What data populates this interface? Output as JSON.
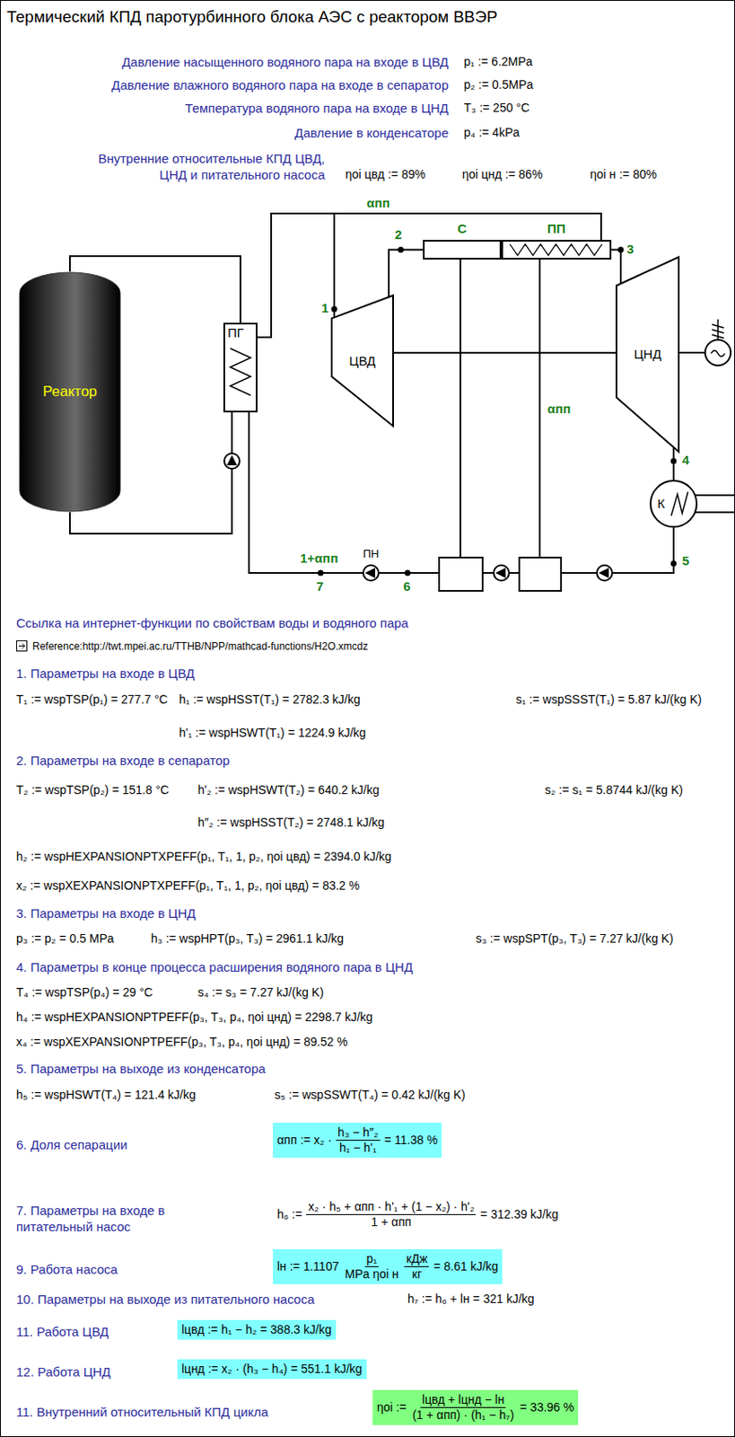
{
  "diagram": {
    "title": "Термический КПД паротурбинного блока АЭС с реактором ВВЭР",
    "nodes": [
      {
        "text": [
          "Реактор"
        ]
      },
      {
        "text": [
          "ПГ"
        ]
      },
      {
        "text": [
          "ЦВД"
        ]
      },
      {
        "text": [
          "С"
        ]
      },
      {
        "text": [
          "ПП"
        ]
      },
      {
        "text": [
          "ЦНД"
        ]
      },
      {
        "text": [
          "К"
        ]
      },
      {
        "text": [
          "ПН"
        ]
      }
    ],
    "edges": [
      {
        "from": 0,
        "to": 1,
        "arrow": "none"
      },
      {
        "from": 1,
        "to": 2,
        "arrow": "none"
      },
      {
        "from": 1,
        "to": 4,
        "arrow": "none"
      },
      {
        "from": 2,
        "to": 3,
        "arrow": "none"
      },
      {
        "from": 4,
        "to": 5,
        "arrow": "none"
      },
      {
        "from": 5,
        "to": 6,
        "arrow": "none"
      },
      {
        "from": 2,
        "to": 5,
        "arrow": "none"
      },
      {
        "from": 7,
        "to": 1,
        "arrow": "none"
      }
    ],
    "labels": [
      "Давление насыщенного водяного пара на входе в ЦВД",
      "p₁ := 6.2MPa",
      "Давление влажного водяного пара на входе в сепаратор",
      "p₂ := 0.5MPa",
      "Температура водяного пара на входе в ЦНД",
      "T₃ := 250 °C",
      "Давление в конденсаторе",
      "p₄ := 4kPa",
      "Внутренние относительные КПД ЦВД, ЦНД и питательного насоса",
      "ηoi цвд := 89%",
      "ηoi цнд := 86%",
      "ηoi н := 80%",
      "αпп",
      "1",
      "2",
      "3",
      "4",
      "5",
      "6",
      "7",
      "αпп",
      "1+αпп",
      "Ссылка на интернет-функции по свойствам воды и водяного пара",
      "Reference:http://twt.mpei.ac.ru/TTHB/NPP/mathcad-functions/H2O.xmcdz",
      "1. Параметры на входе в ЦВД",
      "T₁ := wspTSP(p₁) = 277.7 °C",
      "h₁ := wspHSST(T₁) = 2782.3 kJ/kg",
      "s₁ := wspSSST(T₁) = 5.87 kJ/(kg K)",
      "h'₁ := wspHSWT(T₁) = 1224.9 kJ/kg",
      "2. Параметры на входе в сепаратор",
      "T₂ := wspTSP(p₂) = 151.8 °C",
      "h'₂ := wspHSWT(T₂) = 640.2 kJ/kg",
      "s₂ := s₁ = 5.8744 kJ/(kg K)",
      "h″₂ := wspHSST(T₂) = 2748.1 kJ/kg",
      "h₂ := wspHEXPANSIONPTXPEFF(p₁, T₁, 1, p₂, ηoi цвд) = 2394.0 kJ/kg",
      "x₂ := wspXEXPANSIONPTXPEFF(p₁, T₁, 1, p₂, ηoi цвд) = 83.2 %",
      "3. Параметры на входе в ЦНД",
      "p₃ := p₂ = 0.5 MPa",
      "h₃ := wspHPT(p₃, T₃) = 2961.1 kJ/kg",
      "s₃ := wspSPT(p₃, T₃) = 7.27 kJ/(kg K)",
      "4. Параметры в конце процесса расширения водяного пара в ЦНД",
      "T₄ := wspTSP(p₄) = 29 °C",
      "s₄ := s₃ = 7.27 kJ/(kg K)",
      "h₄ := wspHEXPANSIONPTPEFF(p₃, T₃, p₄, ηoi цнд) = 2298.7 kJ/kg",
      "x₄ := wspXEXPANSIONPTPEFF(p₃, T₃, p₄, ηoi цнд) = 89.52 %",
      "5. Параметры на выходе из конденсатора",
      "h₅ := wspHSWT(T₄) = 121.4 kJ/kg",
      "s₅ := wspSSWT(T₄) = 0.42 kJ/(kg K)",
      "6.  Доля сепарации",
      "αпп := x₂ ·",
      "h₃ − h″₂",
      "h₁ − h'₁",
      "= 11.38 %",
      "7. Параметры на входе в питательный насос",
      "h₆ :=",
      "x₂ · h₅ + αпп · h'₁ + (1 − x₂) · h'₂",
      "1 + αпп",
      "= 312.39 kJ/kg",
      "9. Работа насоса",
      "lн := 1.1107",
      "p₁",
      "MPa ηoi н",
      "кДж",
      "кг",
      "= 8.61 kJ/kg",
      "10. Параметры на выходе из питательного насоса",
      "h₇ := h₆ + lн = 321 kJ/kg",
      "11. Работа ЦВД",
      "lцвд := h₁ − h₂ = 388.3 kJ/kg",
      "12. Работа ЦНД",
      "lцнд := x₂ · (h₃ − h₄) = 551.1 kJ/kg",
      "11. Внутренний относительный КПД цикла",
      "ηoi :=",
      "lцвд + lцнд − lн",
      "(1 + αпп) · (h₁ − h₇)",
      "= 33.96 %"
    ]
  }
}
